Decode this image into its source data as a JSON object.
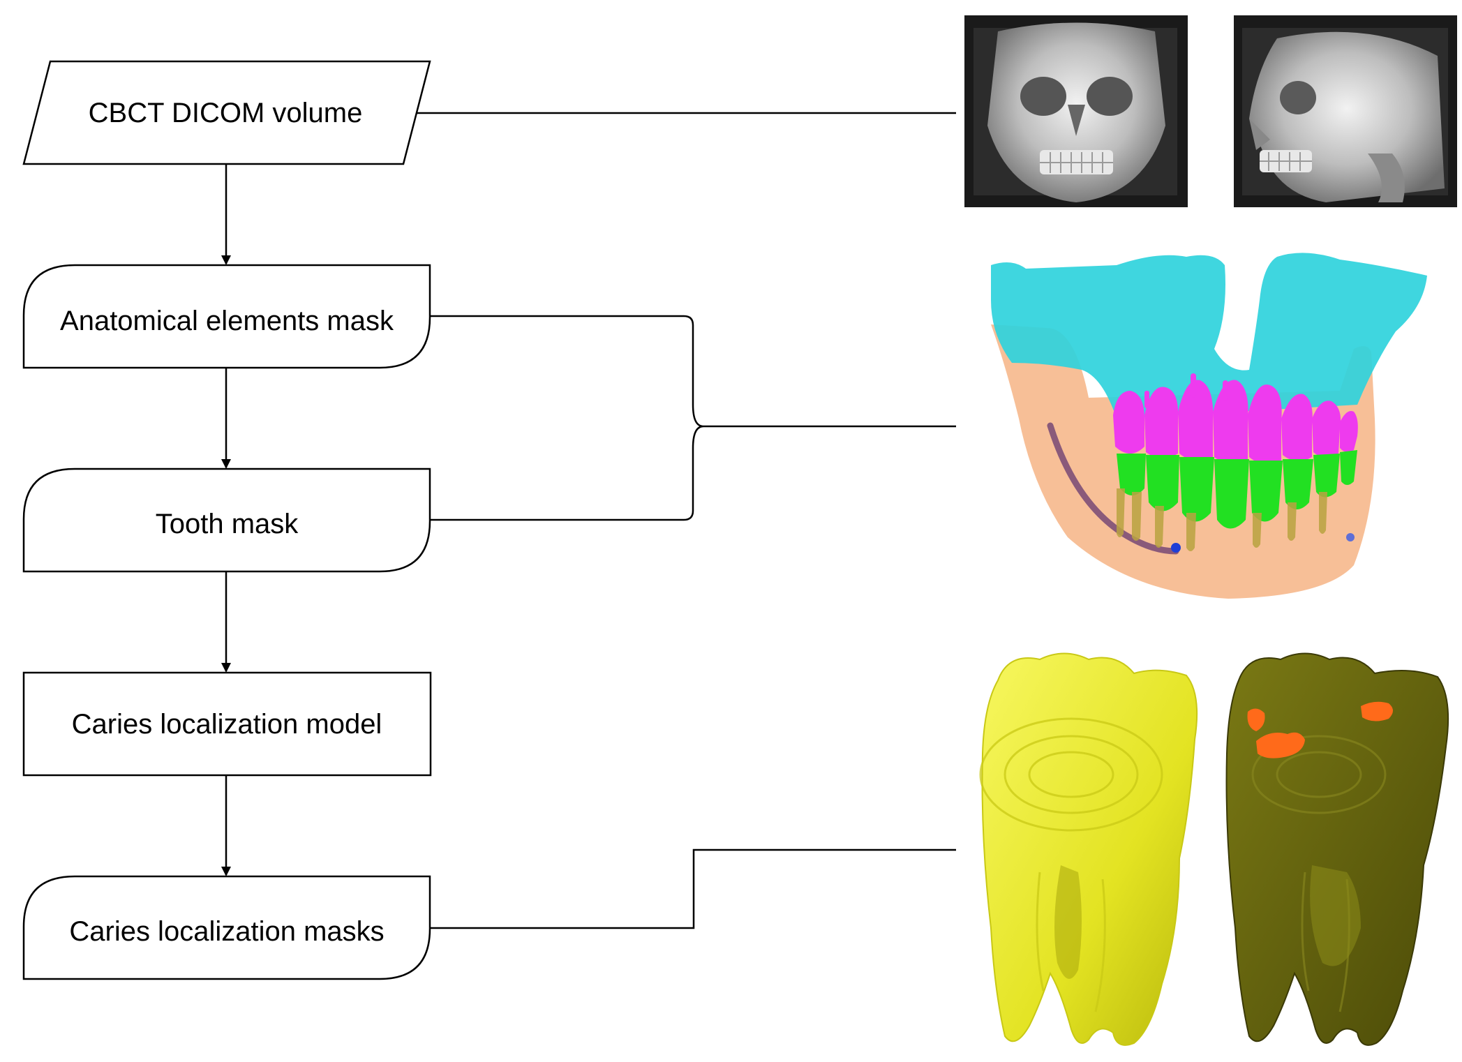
{
  "flowchart": {
    "steps": [
      {
        "id": "input",
        "label": "CBCT DICOM volume",
        "shape": "parallelogram"
      },
      {
        "id": "anatomical",
        "label": "Anatomical elements mask",
        "shape": "rounded-display"
      },
      {
        "id": "tooth",
        "label": "Tooth mask",
        "shape": "rounded-display"
      },
      {
        "id": "model",
        "label": "Caries localization model",
        "shape": "rectangle"
      },
      {
        "id": "masks",
        "label": "Caries localization masks",
        "shape": "rounded-display"
      }
    ]
  },
  "illustrations": [
    {
      "name": "cbct-frontal-render",
      "depicts": "skull frontal X-ray render"
    },
    {
      "name": "cbct-lateral-render",
      "depicts": "skull lateral X-ray render"
    },
    {
      "name": "jaw-segmentation-render",
      "depicts": "colored jaw and teeth segmentation"
    },
    {
      "name": "tooth-surface-render",
      "depicts": "yellow tooth surface"
    },
    {
      "name": "tooth-caries-render",
      "depicts": "translucent tooth with orange caries"
    }
  ],
  "colors": {
    "line": "#000000",
    "maxilla": "#2fd3dc",
    "mandible": "#f6b88c",
    "upper_teeth": "#ee3bee",
    "lower_teeth": "#22e022",
    "tooth_yellow": "#eaea2a",
    "tooth_dark": "#6b6a10",
    "caries": "#ff6a1a"
  }
}
